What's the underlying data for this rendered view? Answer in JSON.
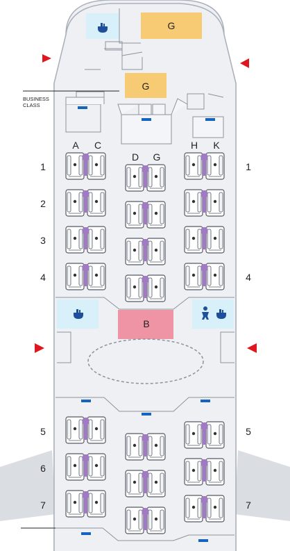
{
  "cabin": {
    "class_label_line1": "BUSINESS",
    "class_label_line2": "CLASS"
  },
  "galleys": [
    {
      "id": "galley-top",
      "label": "G"
    },
    {
      "id": "galley-mid",
      "label": "G"
    }
  ],
  "bar": {
    "label": "B"
  },
  "columns": {
    "left": [
      "A",
      "C"
    ],
    "center": [
      "D",
      "G"
    ],
    "right": [
      "H",
      "K"
    ]
  },
  "rows_front": [
    "1",
    "2",
    "3",
    "4"
  ],
  "rows_rear": [
    "5",
    "6",
    "7"
  ],
  "colors": {
    "fuselage": "#eef0f4",
    "outline": "#aab0bb",
    "galley": "#f7cb73",
    "bar": "#ee94a4",
    "lavatory": "#d7f0fa",
    "seat": "#ffffff",
    "seat_console": "#a07ac2",
    "exit_marker": "#e0161f",
    "door_light": "#1565c0",
    "wing": "#d8dbe0"
  },
  "icons": [
    "lavatory-icon",
    "baby-changing-icon",
    "exit-arrow-icon"
  ]
}
